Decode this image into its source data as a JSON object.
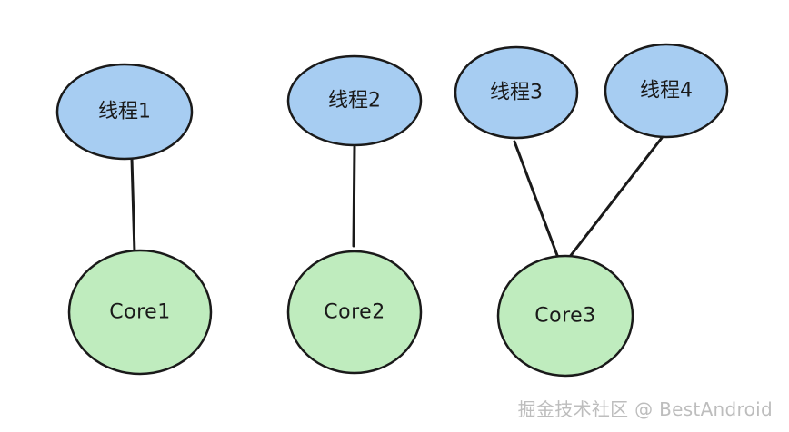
{
  "threads": [
    {
      "id": "t1",
      "label": "线程1"
    },
    {
      "id": "t2",
      "label": "线程2"
    },
    {
      "id": "t3",
      "label": "线程3"
    },
    {
      "id": "t4",
      "label": "线程4"
    }
  ],
  "cores": [
    {
      "id": "c1",
      "label": "Core1"
    },
    {
      "id": "c2",
      "label": "Core2"
    },
    {
      "id": "c3",
      "label": "Core3"
    }
  ],
  "edges": [
    {
      "from": "t1",
      "to": "c1"
    },
    {
      "from": "t2",
      "to": "c2"
    },
    {
      "from": "t3",
      "to": "c3"
    },
    {
      "from": "t4",
      "to": "c3"
    }
  ],
  "colors": {
    "thread_fill": "#a7cdf2",
    "core_fill": "#bfecbe",
    "stroke": "#1a1a1a"
  },
  "watermark": "掘金技术社区 @ BestAndroid"
}
